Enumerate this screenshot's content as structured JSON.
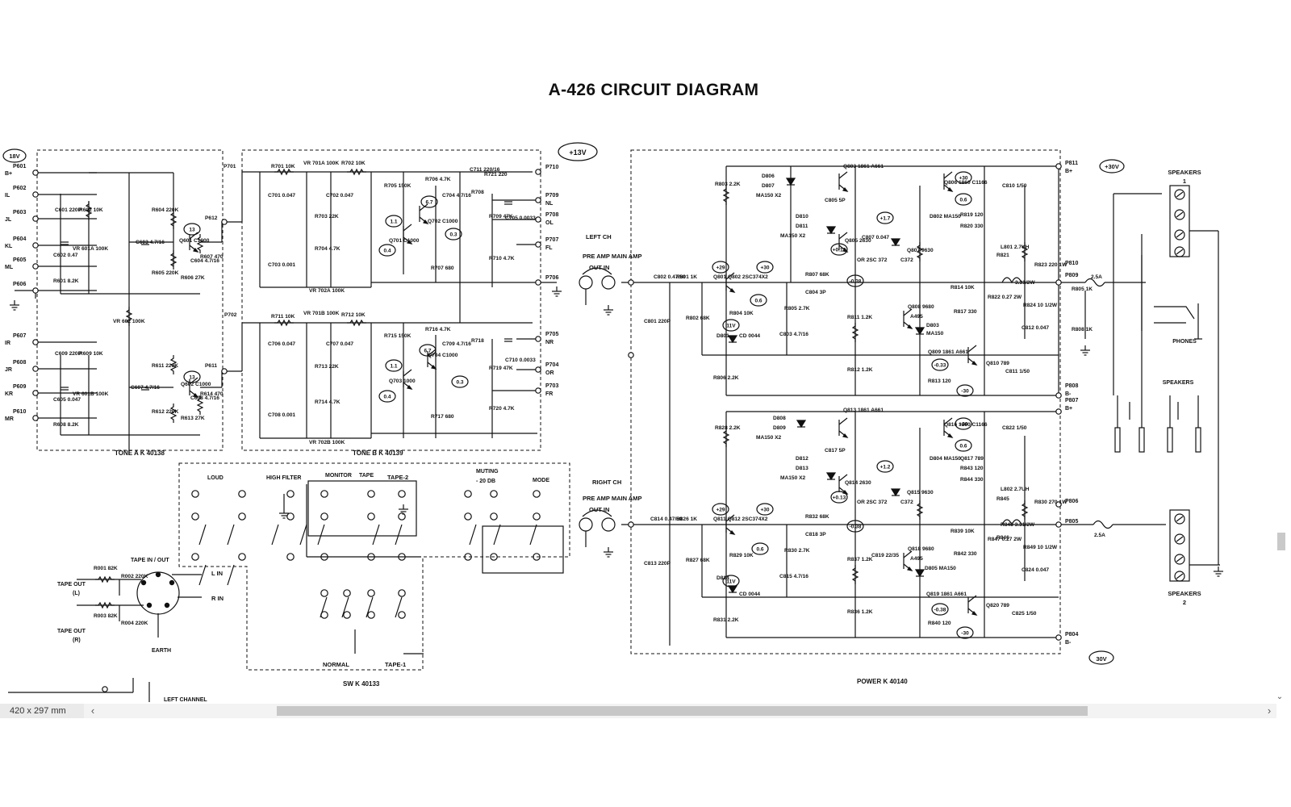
{
  "title": "A-426 CIRCUIT DIAGRAM",
  "status": {
    "doc_size": "420 x 297 mm",
    "scroll_left": "‹",
    "scroll_right": "›",
    "scroll_down": "⌄"
  },
  "rails": {
    "v18": "18V",
    "v13": "+13V",
    "v30": "+30V",
    "v30n": "30V"
  },
  "blocks": {
    "tone_a": "TONE A   K 40138",
    "tone_b": "TONE B    K  40139",
    "sw": "SW    K  40133",
    "power": "POWER     K  40140",
    "left_ch": "LEFT CH",
    "right_ch": "RIGHT CH",
    "pre_main_l": "PRE AMP MAIN AMP",
    "out_in_l": "OUT      IN",
    "pre_main_r": "PRE AMP MAIN AMP",
    "out_in_r": "OUT      IN",
    "left_channel": "LEFT CHANNEL"
  },
  "switches": {
    "loud": "LOUD",
    "high_filter": "HIGH FILTER",
    "monitor": "MONITOR",
    "tape": "TAPE",
    "tape2": "TAPE-2",
    "muting": "MUTING",
    "db20": "- 20 DB",
    "mode": "MODE",
    "normal": "NORMAL",
    "tape1": "TAPE-1",
    "tape_in_out": "TAPE IN / OUT",
    "tape_out_l": "TAPE   OUT",
    "tape_out_l2": "(L)",
    "tape_out_r": "TAPE   OUT",
    "tape_out_r2": "(R)",
    "earth": "EARTH",
    "l_in": "L IN",
    "r_in": "R IN",
    "speakers1": "SPEAKERS",
    "speakers1n": "1",
    "speakers": "SPEAKERS",
    "phones": "PHONES",
    "speakers2": "SPEAKERS",
    "speakers2n": "2"
  },
  "ports_left": [
    "P601",
    "P602",
    "P603",
    "P604",
    "P605",
    "P606",
    "P607",
    "P608",
    "P609",
    "P610"
  ],
  "port_labels_left": [
    "B+",
    "IL",
    "JL",
    "KL",
    "ML",
    "",
    "IR",
    "JR",
    "KR",
    "MR"
  ],
  "ports_mid": [
    "P710",
    "P709",
    "P708",
    "P707",
    "P706",
    "P705",
    "P704",
    "P703"
  ],
  "port_labels_mid": [
    "",
    "NL",
    "OL",
    "FL",
    "",
    "NR",
    "OR",
    "FR"
  ],
  "ports_right": [
    "P811",
    "P810",
    "P809",
    "P808",
    "P807",
    "P806",
    "P805",
    "P804"
  ],
  "port_labels_right": [
    "B+",
    "",
    "",
    "B-",
    "B+",
    "",
    "",
    "B-"
  ],
  "parts_tone": [
    "C601 220P",
    "R602 10K",
    "VR 601A 100K",
    "C603 4.7/16",
    "R604 220K",
    "Q601 C1000",
    "R607 470",
    "C604 4.7/16",
    "R605 220K",
    "R606 27K",
    "P612",
    "VR 602 100K",
    "C609 220P",
    "R609 10K",
    "VR 601B 100K",
    "C607 4.7/16",
    "R611 220K",
    "Q602 C1000",
    "R614 470",
    "C608 4.7/16",
    "R612 220K",
    "R613 27K",
    "P611",
    "C602 0.47",
    "R601 8.2K",
    "C605 0.047",
    "R608 8.2K"
  ],
  "parts_toneb": [
    "P701",
    "R701 10K",
    "VR 701A 100K",
    "R702 10K",
    "C701 0.047",
    "C702 0.047",
    "R703 22K",
    "R704 4.7K",
    "C703 0.001",
    "VR 702A 100K",
    "R705 150K",
    "R706 4.7K",
    "Q701 C1000",
    "Q702 C1000",
    "C704 4.7/16",
    "R708",
    "R707 680",
    "R709 47K",
    "C705 0.0033",
    "R710 4.7K",
    "C711 220/16",
    "R721 220",
    "P702",
    "R711 10K",
    "VR 701B 100K",
    "R712 10K",
    "C706 0.047",
    "C707 0.047",
    "R713 22K",
    "R714 4.7K",
    "C708 0.001",
    "VR 702B 100K",
    "R715 150K",
    "R716 4.7K",
    "Q703 1000",
    "Q704 C1000",
    "C709 4.7/16",
    "R718",
    "R717 680",
    "R719 47K",
    "C710 0.0033",
    "R720 4.7K"
  ],
  "parts_power": [
    "R803 2.2K",
    "D806",
    "D807",
    "MA150 X2",
    "Q803 1861 A661",
    "C805 5P",
    "D810",
    "D811",
    "MA150 X2",
    "Q805 2630",
    "C807 0.047",
    "OR 2SC 372",
    "Q807 9630",
    "C372",
    "Q806 1860 C1166",
    "D802 MA150",
    "R819 120",
    "R820 330",
    "R821",
    "C810 1/50",
    "L801 2.7UH",
    "R823 220 1W",
    "R824 10 1/2W",
    "C812 0.047",
    "R807 68K",
    "C804 3P",
    "R805 2.7K",
    "C803 4.7/16",
    "Q801 Q802 2SC374X2",
    "R804 10K",
    "D801",
    "CD 0044",
    "R806 2.2K",
    "R811 1.2K",
    "R812 1.2K",
    "C802 0.47/50",
    "R801 1K",
    "C801 220P",
    "R802 68K",
    "Q808 9680",
    "A495",
    "D803",
    "MA150",
    "Q809 1861 A661",
    "R813 120",
    "R814 10K",
    "R817 330",
    "R822 0.27 2W",
    "Q810 789",
    "C811 1/50",
    "R805 1K",
    "R808 1K",
    "2.5A",
    "3.31/2W"
  ],
  "parts_power2": [
    "R828 2.2K",
    "D808",
    "D809",
    "MA150 X2",
    "Q813 1861 A661",
    "C817 5P",
    "D812",
    "D813",
    "MA150 X2",
    "Q814 2630",
    "OR 2SC 372",
    "Q815 9630",
    "C372",
    "Q816 1860 C1166",
    "D804 MA150",
    "Q817 789",
    "C822 1/50",
    "L802 2.7UH",
    "R830 270 1W",
    "R843 120",
    "R844 330",
    "R845",
    "R846",
    "R849 10 1/2W",
    "C824 0.047",
    "R832 68K",
    "C818 3P",
    "R830 2.7K",
    "C815 4.7/16",
    "Q811 Q812 2SC374X2",
    "R829 10K",
    "D814",
    "CD 0044",
    "R831 2.2K",
    "R837 1.2K",
    "R836 1.2K",
    "C814 0.47/50",
    "R826 1K",
    "C813 220P",
    "R827 68K",
    "Q818 9680",
    "A495",
    "D805 MA150",
    "Q819 1861 A661",
    "R840 120",
    "R839 10K",
    "R842 330",
    "R847 0.27 2W",
    "Q820 789",
    "C825 1/50",
    "R848 3.31/2W",
    "2.5A",
    "C819 22/35"
  ],
  "parts_sw": [
    "R001 82K",
    "R002 220K",
    "R003 82K",
    "R004 220K"
  ],
  "voltages": [
    "13",
    "13",
    "0.4",
    "0.4",
    "1.1",
    "1.1",
    "6.7",
    "6.7",
    "0.3",
    "0.3",
    "+29",
    "+30",
    "0.6",
    "11V",
    "+1.7",
    "+0.12",
    "-0.38",
    "-0.33",
    "+30",
    "0.6",
    "-30",
    "+29",
    "+30",
    "0.6",
    "11V",
    "+1.2",
    "+0.13",
    "-0.38",
    "-0.38",
    "+30",
    "0.6",
    "-30"
  ]
}
